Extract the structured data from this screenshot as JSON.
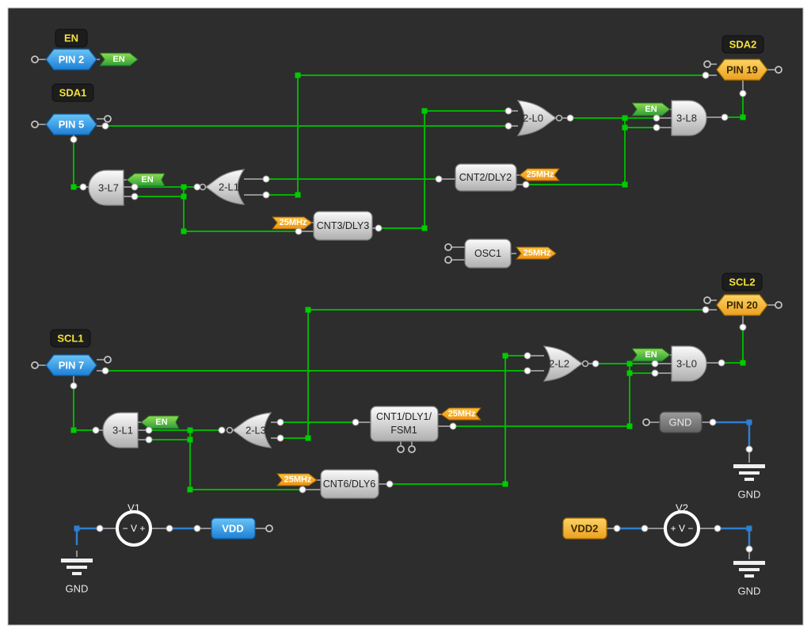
{
  "colors": {
    "background": "#2d2d2d",
    "wire_green": "#00b300",
    "wire_blue": "#2e7fd1",
    "wire_gray": "#8f9193",
    "label_yellow": "#f2e23a",
    "pin_blue": "#1d7fd6",
    "pin_orange": "#eca020",
    "flag_green": "#2f9e38",
    "flag_orange": "#ef9214"
  },
  "chips": {
    "en": "EN",
    "sda1": "SDA1",
    "sda2": "SDA2",
    "scl1": "SCL1",
    "scl2": "SCL2"
  },
  "pins": {
    "pin2": "PIN 2",
    "pin5": "PIN 5",
    "pin7": "PIN 7",
    "pin19": "PIN 19",
    "pin20": "PIN 20"
  },
  "flags": {
    "en": "EN",
    "clk": "25MHz"
  },
  "gates": {
    "g2l0": "2-L0",
    "g2l1": "2-L1",
    "g2l2": "2-L2",
    "g2l3": "2-L3",
    "g3l7": "3-L7",
    "g3l8": "3-L8",
    "g3l1": "3-L1",
    "g3l0": "3-L0"
  },
  "blocks": {
    "cnt2": "CNT2/DLY2",
    "cnt3": "CNT3/DLY3",
    "cnt6": "CNT6/DLY6",
    "cnt1_line1": "CNT1/DLY1/",
    "cnt1_line2": "FSM1",
    "osc": "OSC1",
    "gnd_box": "GND",
    "vdd": "VDD",
    "vdd2": "VDD2"
  },
  "power": {
    "v1": "V1",
    "v2": "V2",
    "v1_polarity": "− V +",
    "v2_polarity": "+ V −",
    "gnd": "GND"
  }
}
